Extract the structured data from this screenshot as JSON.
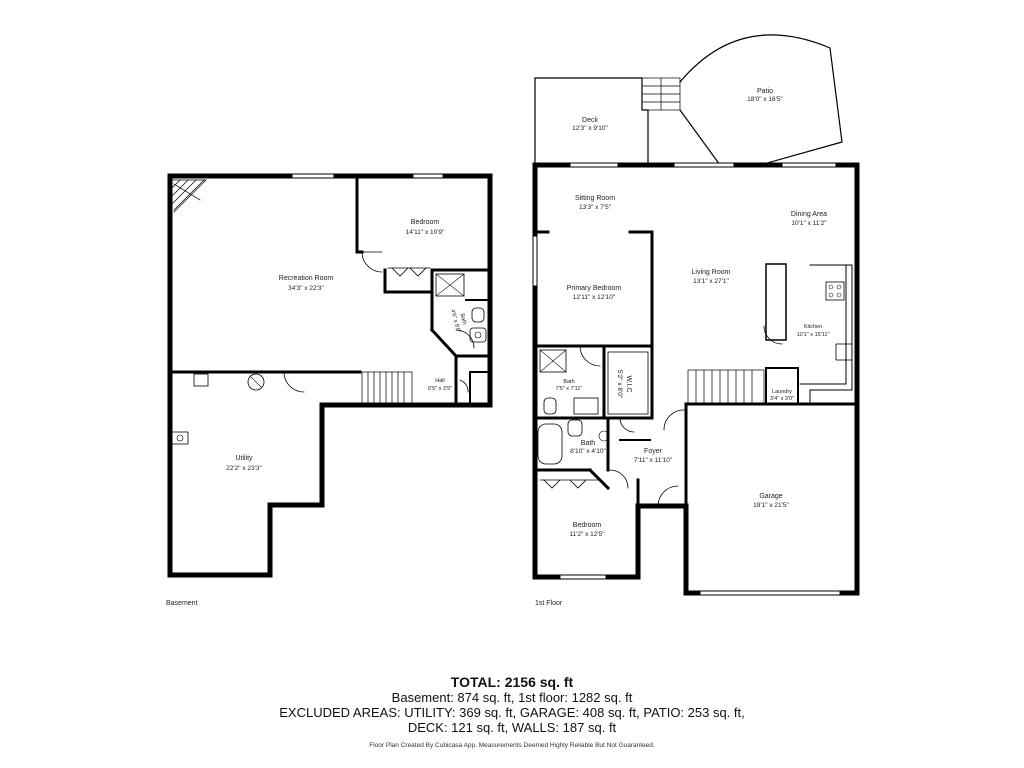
{
  "plan": {
    "basement_label": "Basement",
    "first_floor_label": "1st Floor",
    "rooms": {
      "recreation": {
        "name": "Recreation Room",
        "dims": "34'3\" x 22'3\""
      },
      "bedroom_bsmt": {
        "name": "Bedroom",
        "dims": "14'11\" x 10'9\""
      },
      "utility": {
        "name": "Utility",
        "dims": "22'2\" x 23'3\""
      },
      "hall": {
        "name": "Hall",
        "dims": "6'5\" x 3'9\""
      },
      "bath_bsmt": {
        "name": "Bath",
        "dims": "4'6\" x 8'0\""
      },
      "deck": {
        "name": "Deck",
        "dims": "12'3\" x 9'10\""
      },
      "patio": {
        "name": "Patio",
        "dims": "18'0\" x 16'5\""
      },
      "sitting": {
        "name": "Sitting Room",
        "dims": "13'3\" x 7'5\""
      },
      "dining": {
        "name": "Dining Area",
        "dims": "10'1\" x 11'2\""
      },
      "living": {
        "name": "Living Room",
        "dims": "13'1\" x 27'1\""
      },
      "primary_bedroom": {
        "name": "Primary Bedroom",
        "dims": "12'11\" x 12'10\""
      },
      "kitchen": {
        "name": "Kitchen",
        "dims": "10'1\" x 15'11\""
      },
      "bath_primary": {
        "name": "Bath",
        "dims": "7'5\" x 7'11\""
      },
      "wic": {
        "name": "W.I.C",
        "dims": "5'2\" x 8'0\""
      },
      "laundry": {
        "name": "Laundry",
        "dims": "3'4\" x 3'0\""
      },
      "bath_main": {
        "name": "Bath",
        "dims": "8'10\" x 4'10\""
      },
      "foyer": {
        "name": "Foyer",
        "dims": "7'11\" x 11'10\""
      },
      "garage": {
        "name": "Garage",
        "dims": "19'1\" x 21'5\""
      },
      "bedroom_main": {
        "name": "Bedroom",
        "dims": "11'2\" x 12'5\""
      }
    }
  },
  "footer": {
    "total": "TOTAL: 2156 sq. ft",
    "line1": "Basement: 874 sq. ft, 1st floor: 1282 sq. ft",
    "line2": "EXCLUDED AREAS: UTILITY: 369 sq. ft, GARAGE: 408 sq. ft, PATIO: 253 sq. ft,",
    "line3": "DECK: 121 sq. ft, WALLS: 187 sq. ft",
    "credit": "Floor Plan Created By Cubicasa App. Measurements Deemed Highly Reliable But Not Guaranteed."
  }
}
